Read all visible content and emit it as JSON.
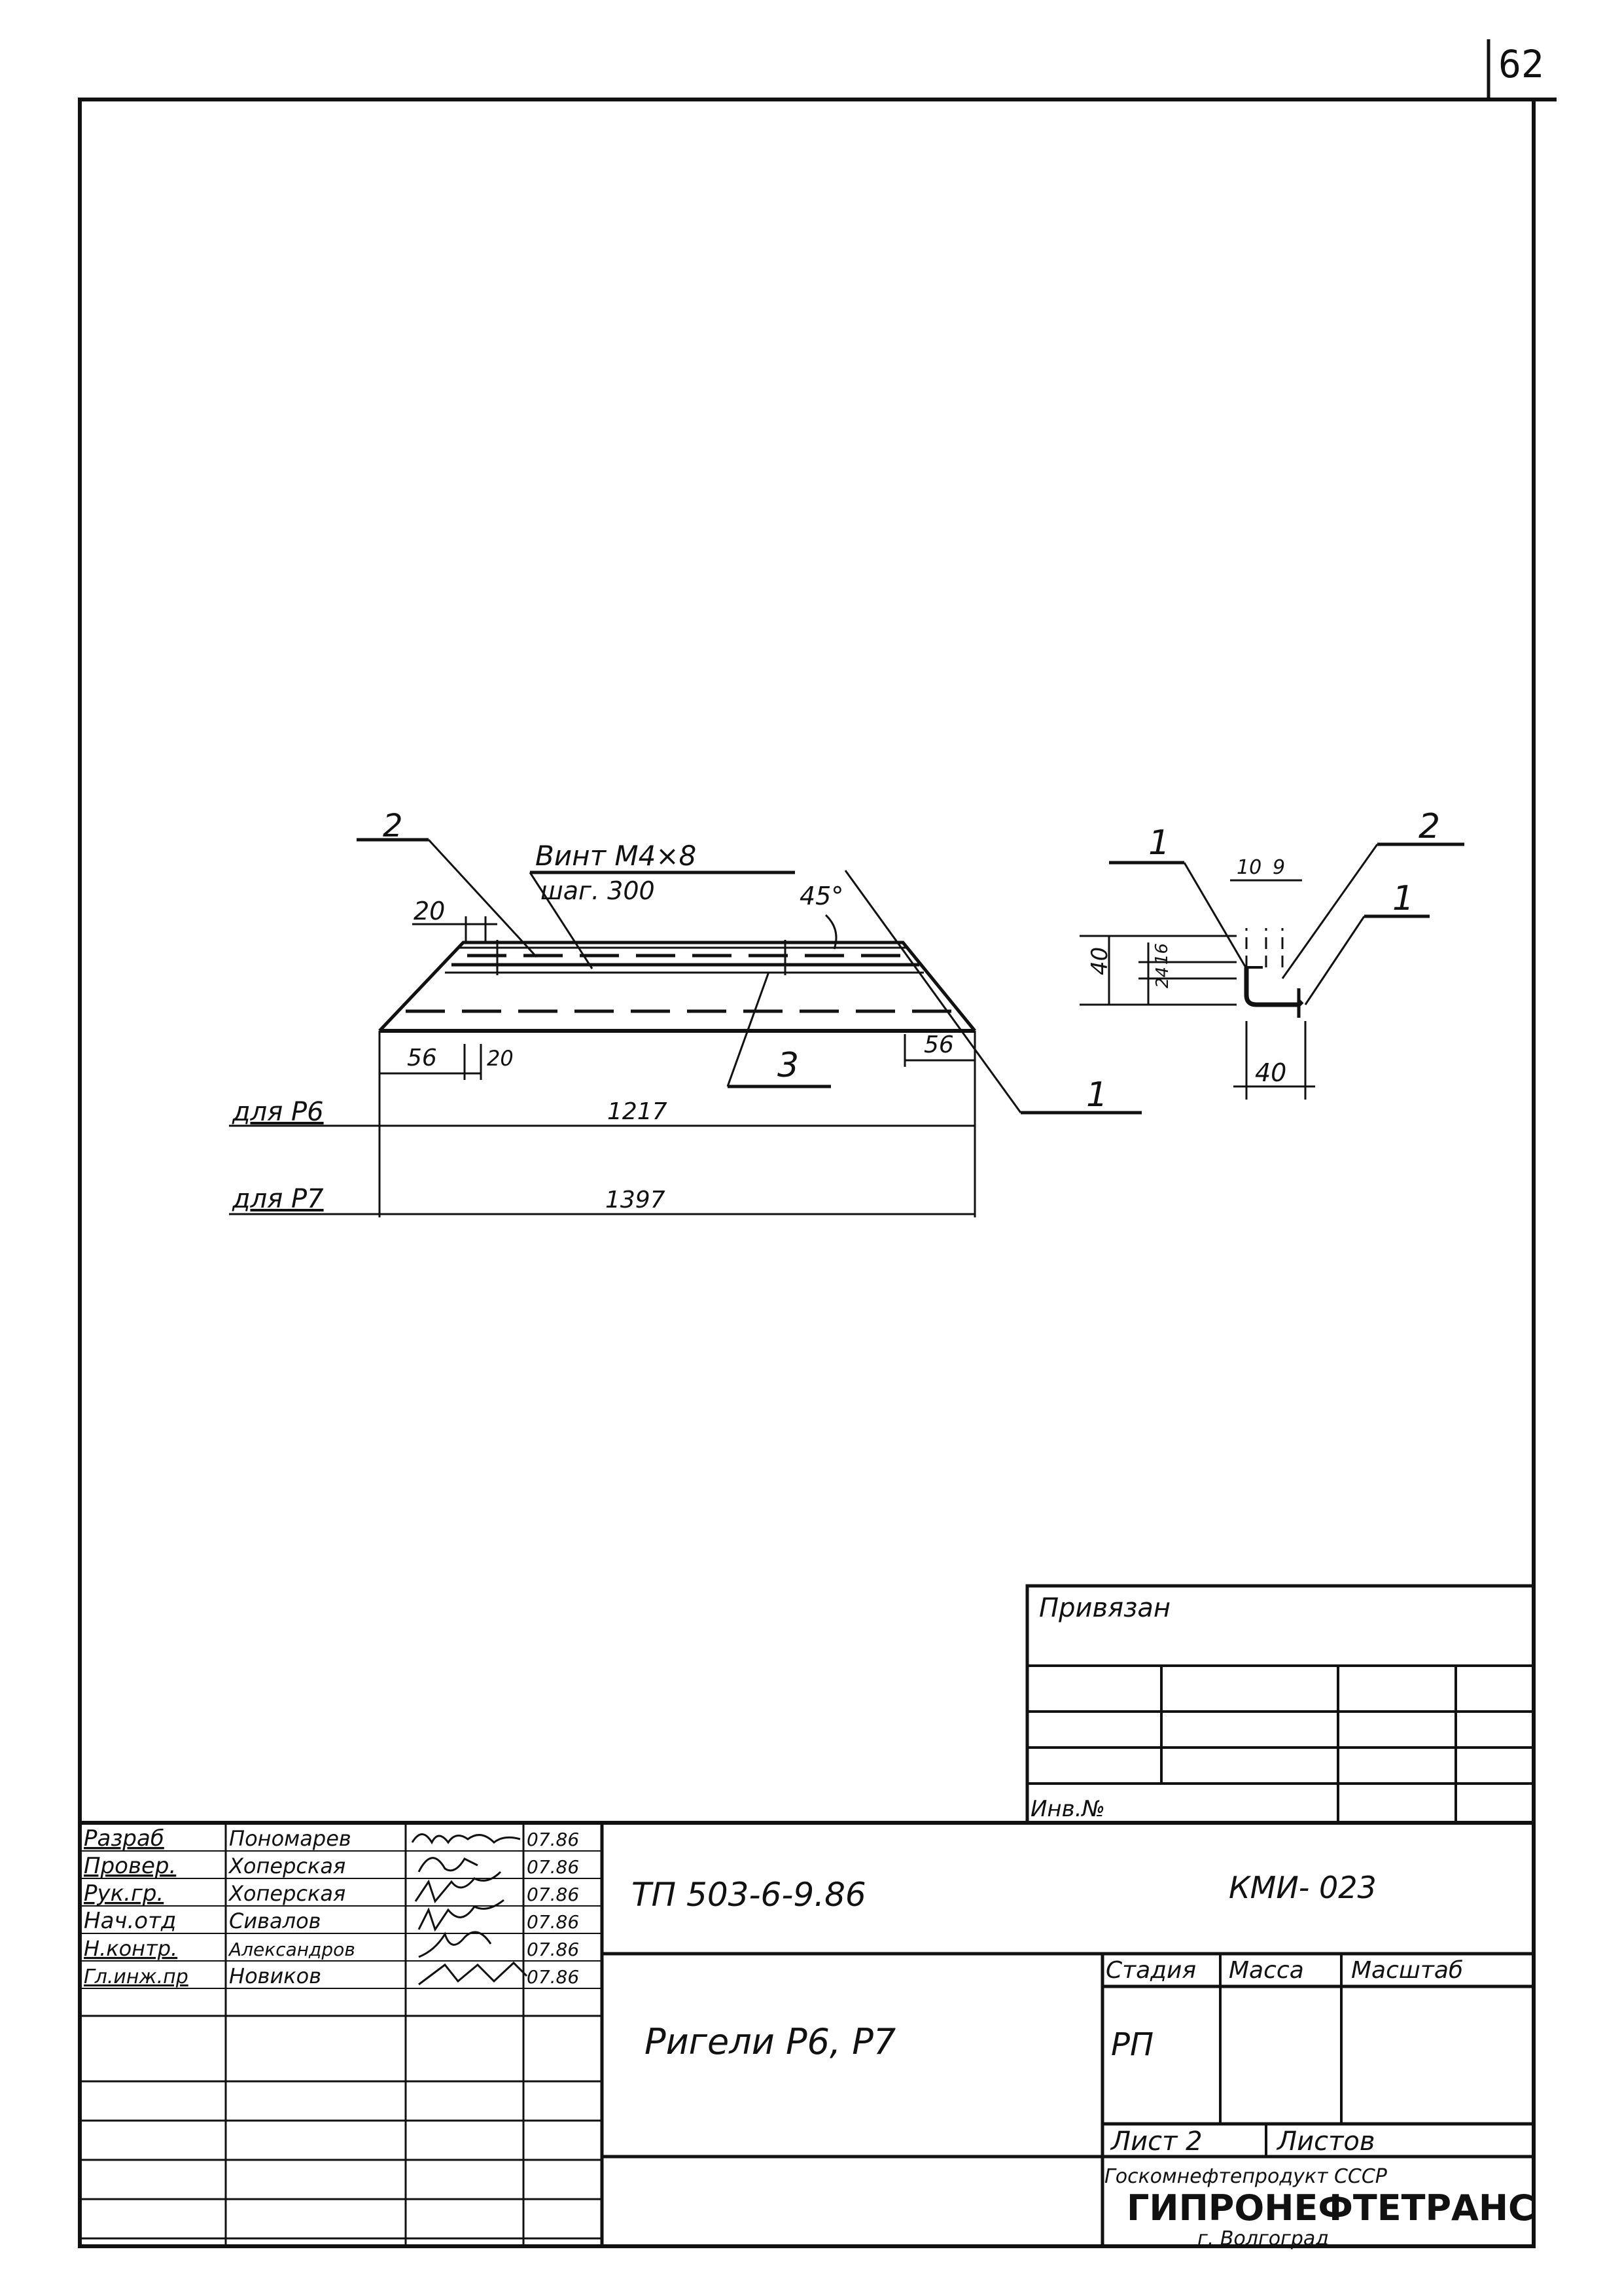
{
  "sheet_number": "62",
  "drawing": {
    "labels": {
      "pos_2_left": "2",
      "screw": "Винт М4×8",
      "step": "шаг. 300",
      "angle": "45°",
      "dim_20_top": "20",
      "dim_56_left": "56",
      "dim_20_bottom": "20",
      "dim_56_right": "56",
      "pos_3": "3",
      "pos_1_left": "1",
      "for_p6": "для Р6",
      "len_p6": "1217",
      "for_p7": "для Р7",
      "len_p7": "1397"
    },
    "section": {
      "pos_1_top": "1",
      "pos_2": "2",
      "pos_1_right": "1",
      "dim_10": "10",
      "dim_9": "9",
      "dim_40_v": "40",
      "dim_24": "24",
      "dim_16": "16",
      "dim_40_h": "40"
    }
  },
  "stamp": {
    "linked": "Привязан",
    "inv_no": "Инв.№",
    "roles": [
      "Разраб",
      "Провер.",
      "Рук.гр.",
      "Нач.отд",
      "Н.контр.",
      "Гл.инж.пр"
    ],
    "names": [
      "Пономарев",
      "Хоперская",
      "Хоперская",
      "Сивалов",
      "Александров",
      "Новиков"
    ],
    "dates": [
      "07.86",
      "07.86",
      "07.86",
      "07.86",
      "07.86",
      "07.86"
    ],
    "doc_code": "ТП 503-6-9.86",
    "mark": "КМИ- 023",
    "title": "Ригели Р6, Р7",
    "stage_header": "Стадия",
    "mass_header": "Масса",
    "scale_header": "Масштаб",
    "stage": "РП",
    "sheet_label": "Лист 2",
    "sheets_label": "Листов",
    "org_1": "Госкомнефтепродукт СССР",
    "org_2": "ГИПРОНЕФТЕТРАНС",
    "org_3": "г. Волгоград"
  }
}
